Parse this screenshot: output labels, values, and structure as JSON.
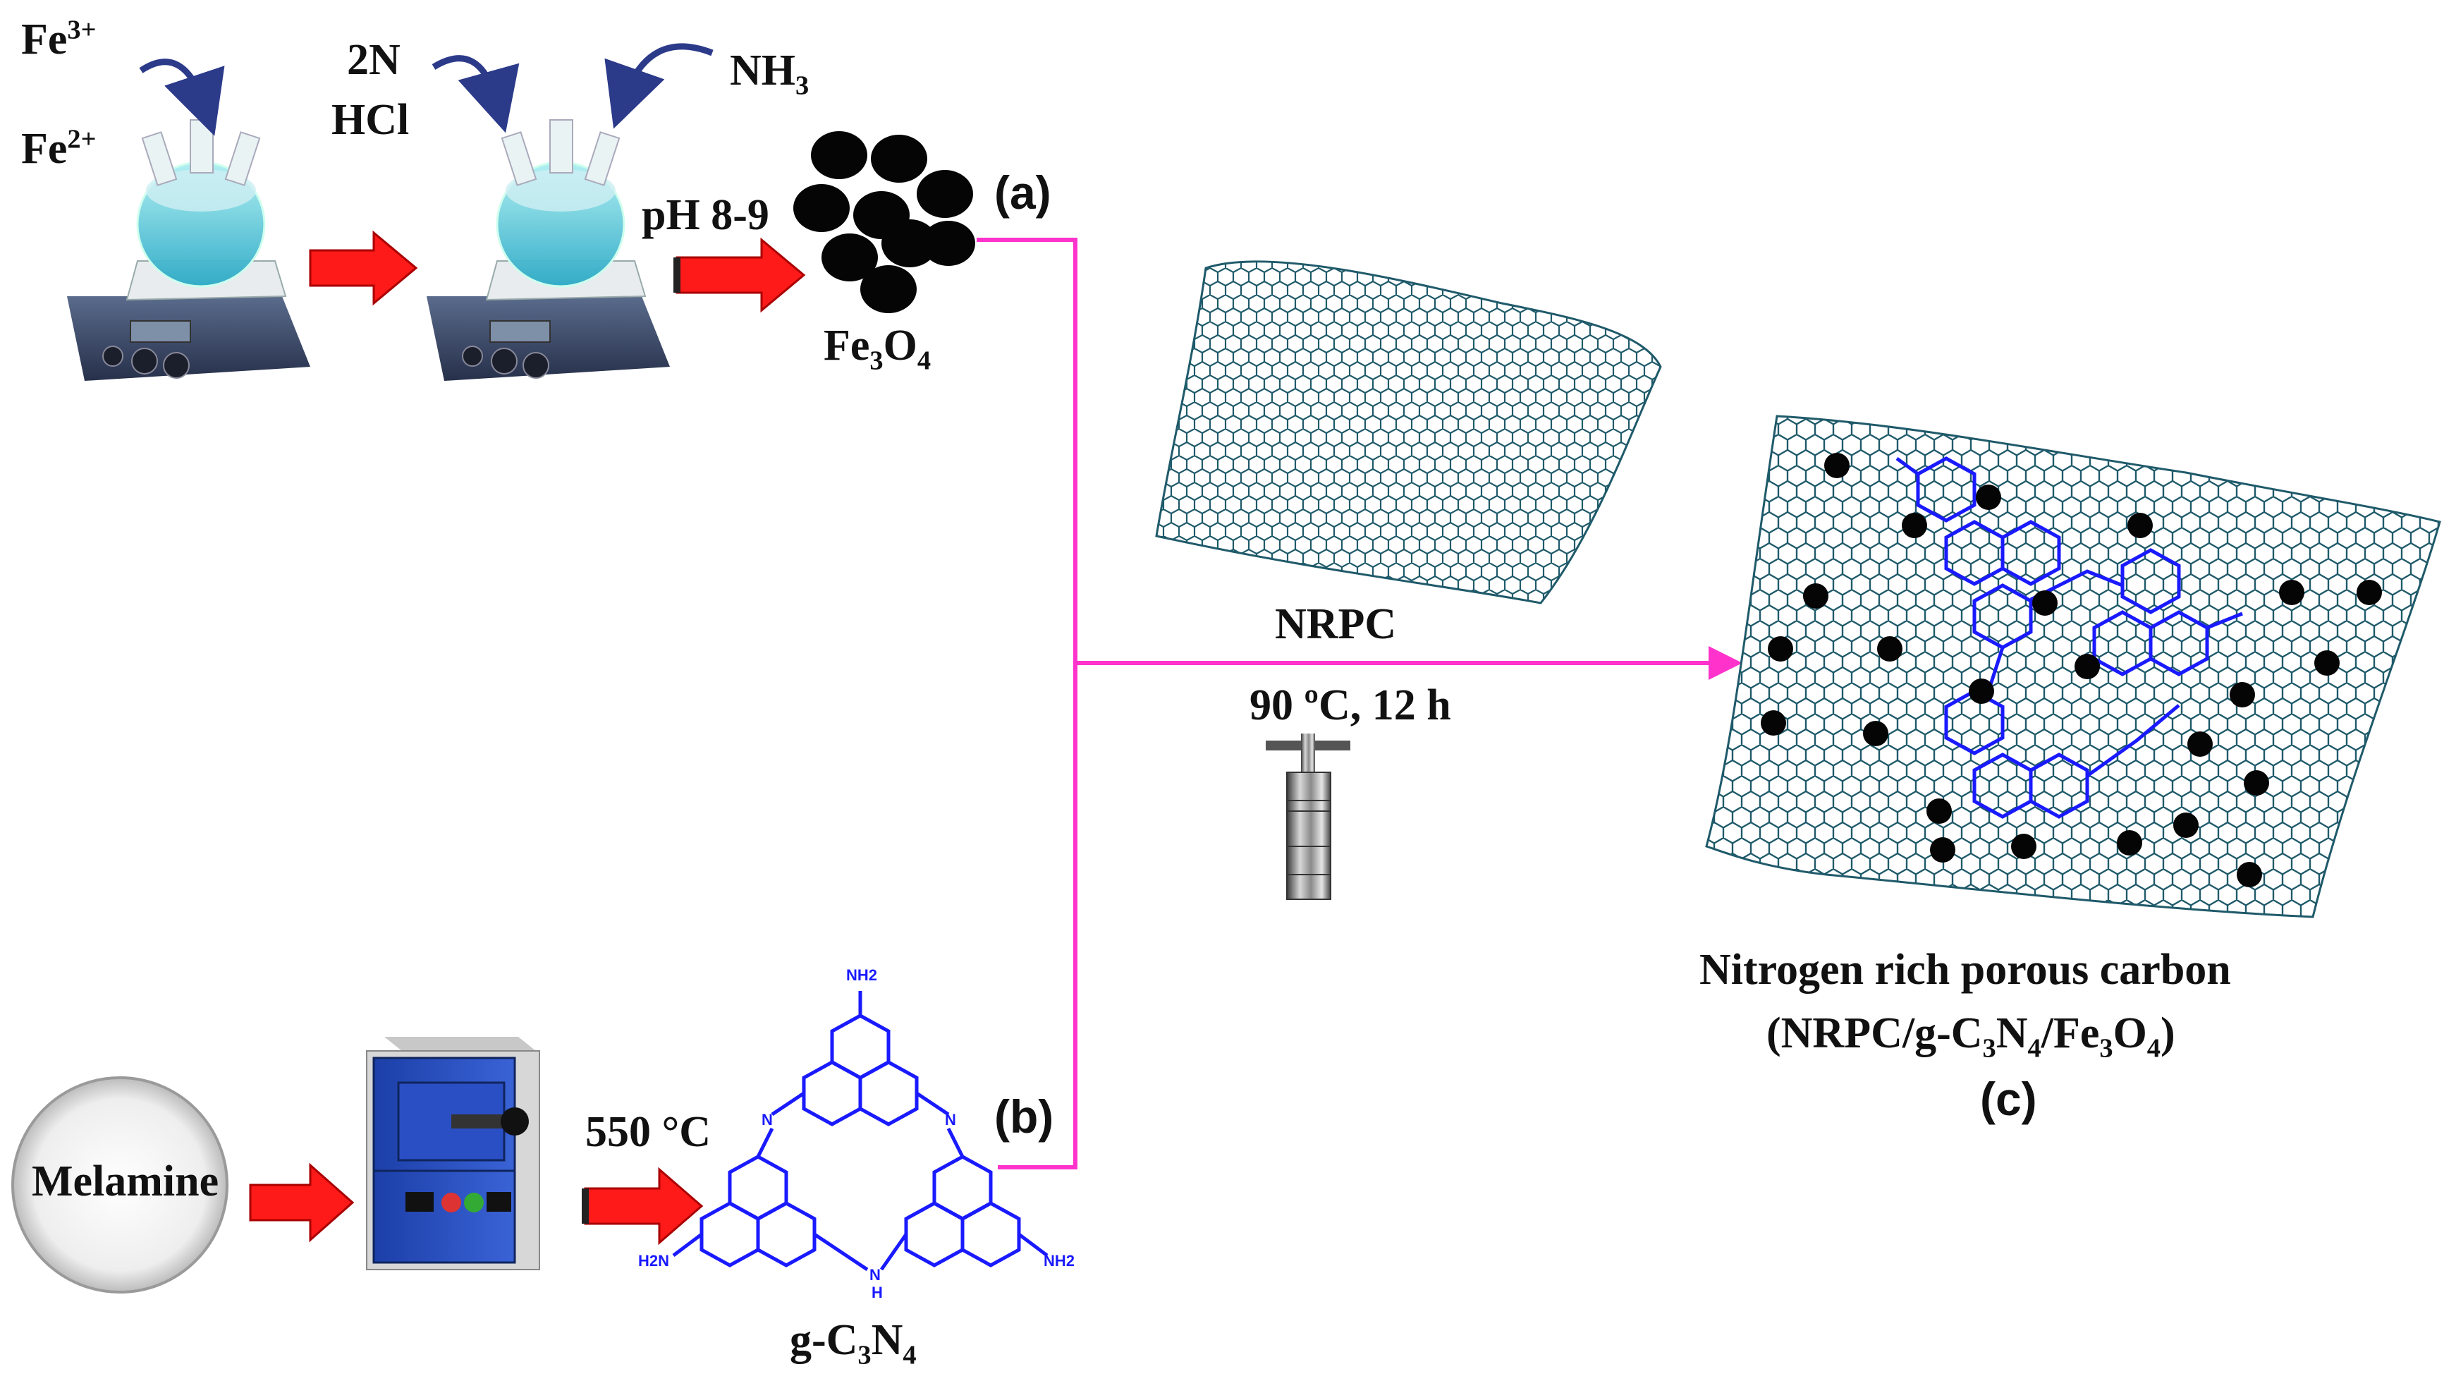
{
  "reagents": {
    "fe3": "Fe3+",
    "fe2": "Fe2+",
    "acid_line1": "2N",
    "acid_line2": "HCl",
    "base": "NH3"
  },
  "conditions": {
    "ph": "pH 8-9",
    "calcination": "550 °C",
    "hydrothermal": "90 ºC, 12 h"
  },
  "products": {
    "fe3o4": "Fe3O4",
    "gc3n4": "g-C3N4",
    "nrpc": "NRPC",
    "precursor": "Melamine",
    "final_line1": "Nitrogen rich porous carbon",
    "final_line2": "(NRPC/g-C3N4/Fe3O4)"
  },
  "panel_labels": {
    "a": "(a)",
    "b": "(b)",
    "c": "(c)"
  },
  "molecule_text": {
    "amine": "NH2",
    "ring_n": "N",
    "bridge_nh_n": "N",
    "bridge_nh_h": "H",
    "h2n": "H2N"
  },
  "colors": {
    "arrow_red": "#ff1a1a",
    "connector_magenta": "#ff33cc",
    "molecule_blue": "#1a1aff",
    "graphene_teal": "#1f5a6a",
    "curl_arrow": "#2c3a8a"
  }
}
